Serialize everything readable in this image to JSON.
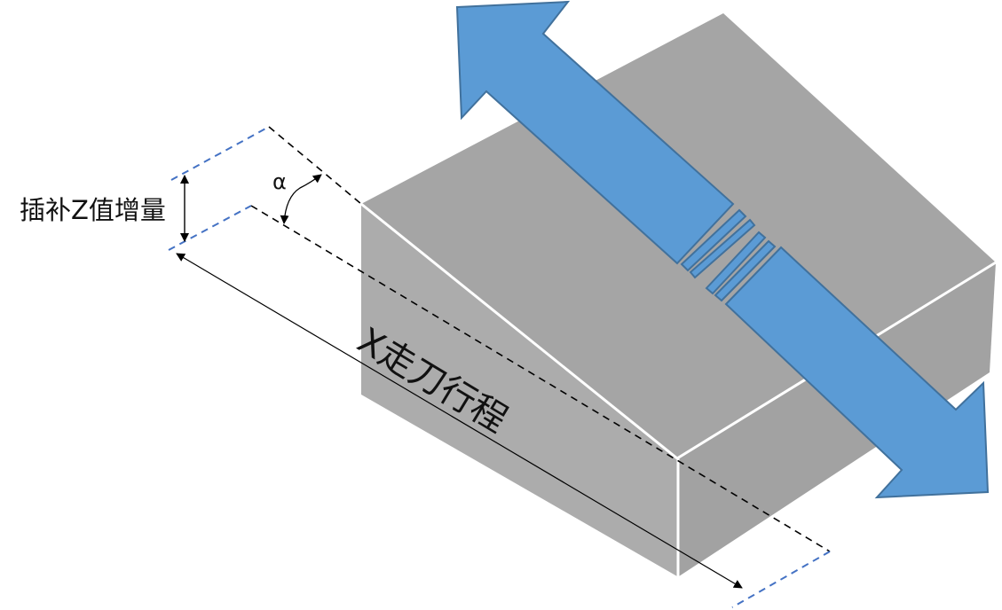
{
  "labels": {
    "z_increment": "插补Z值增量",
    "x_travel": "X走刀行程",
    "angle": "α"
  },
  "colors": {
    "top_face": "#a5a5a5",
    "left_face": "#acacac",
    "right_face": "#a2a2a2",
    "arrow_fill": "#5b9bd5",
    "arrow_stroke": "#41719c",
    "blue_dash": "#4472c4"
  }
}
